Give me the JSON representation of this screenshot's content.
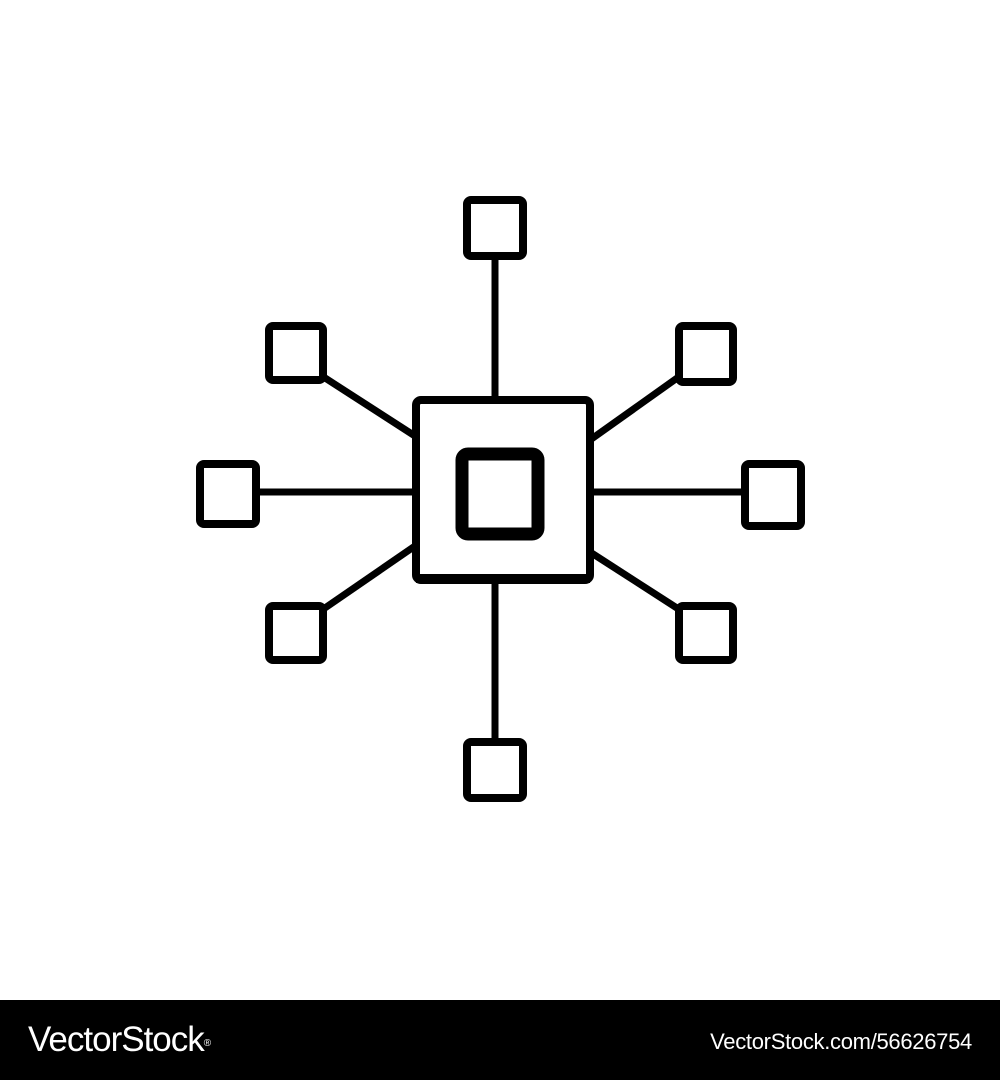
{
  "icon": {
    "name": "network-hub-icon",
    "stroke_color": "#000000",
    "background_color": "#ffffff",
    "satellite_count": 8
  },
  "footer": {
    "background_color": "#000000",
    "text_color": "#ffffff",
    "brand": "VectorStock",
    "brand_mark": "®",
    "image_id": "VectorStock.com/56626754"
  }
}
